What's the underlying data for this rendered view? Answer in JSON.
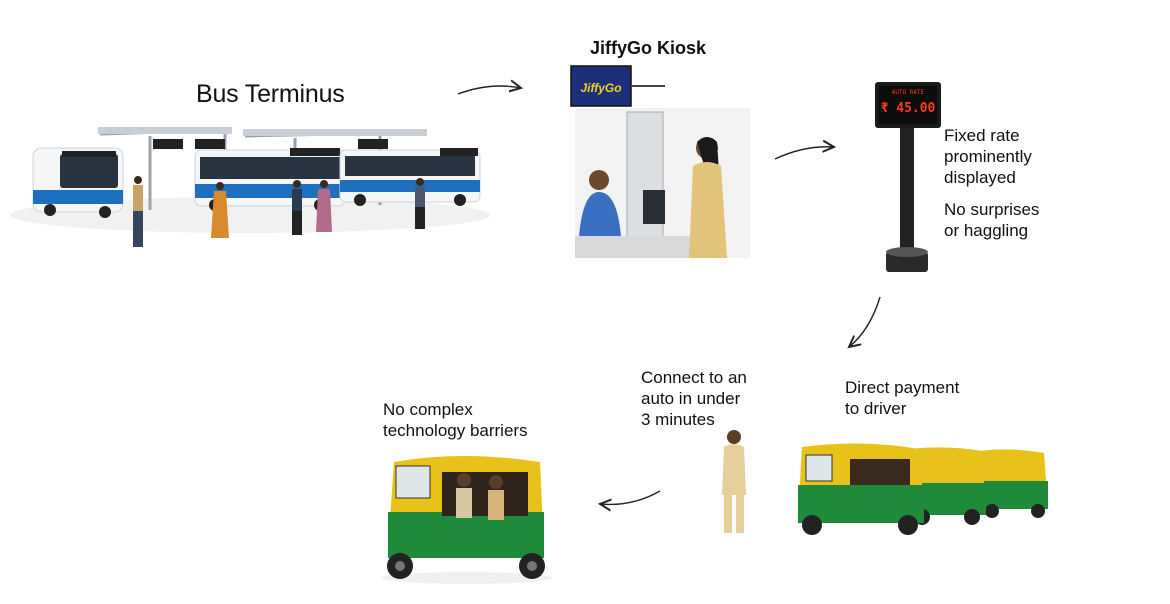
{
  "stages": {
    "terminus": {
      "title": "Bus Terminus"
    },
    "kiosk": {
      "title": "JiffyGo Kiosk",
      "sign": "JiffyGo"
    },
    "rate": {
      "display_label": "AUTO RATE",
      "display_value": "₹ 45.00",
      "note_1": "Fixed rate prominently displayed",
      "note_1_lines": [
        "Fixed rate",
        "prominently",
        "displayed"
      ],
      "note_2_lines": [
        "No surprises",
        "or haggling"
      ]
    },
    "connect": {
      "note_lines": [
        "Connect to an",
        "auto in under",
        "3 minutes"
      ],
      "payment_lines": [
        "Direct payment",
        "to driver"
      ]
    },
    "final": {
      "note_lines": [
        "No complex",
        "technology barriers"
      ]
    }
  },
  "colors": {
    "bus_blue": "#1e6fbf",
    "auto_green": "#1f8a3a",
    "auto_yellow": "#e8c21a",
    "kiosk_navy": "#1c2f7a",
    "led_red": "#ff3b1a"
  }
}
